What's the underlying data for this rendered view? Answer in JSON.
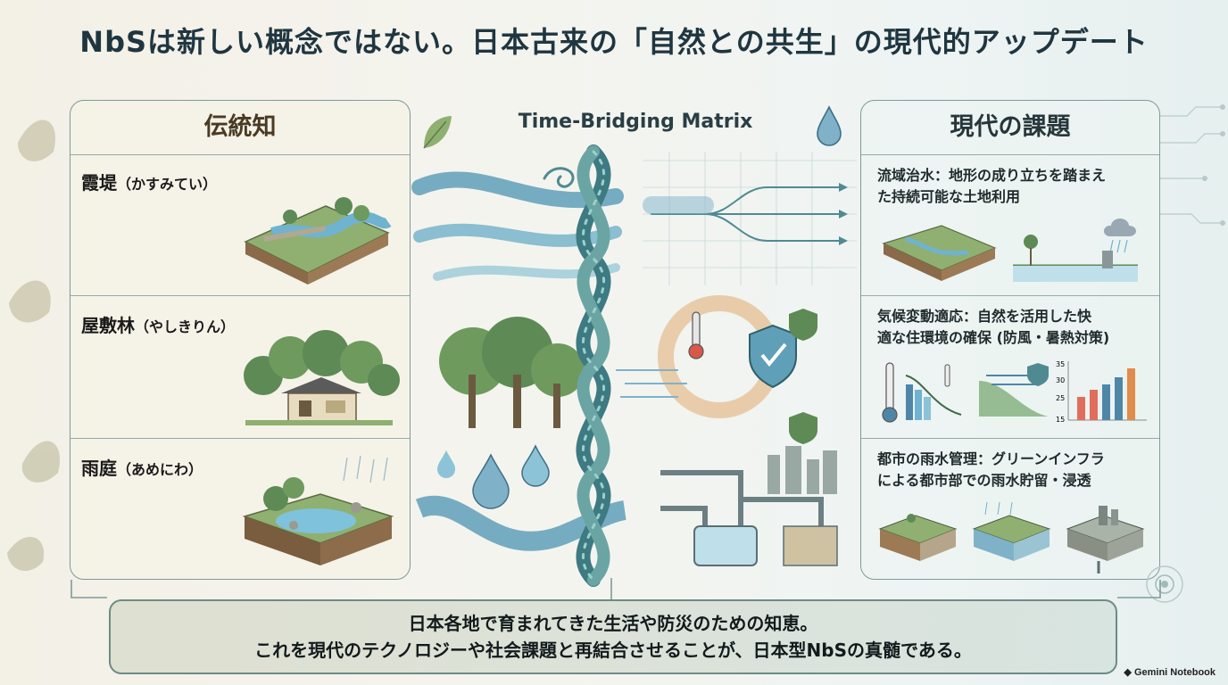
{
  "title": "NbSは新しい概念ではない。日本古来の「自然との共生」の現代的アップデート",
  "left_panel": {
    "heading": "伝統知",
    "items": [
      {
        "name": "霞堤",
        "reading": "（かすみてい）"
      },
      {
        "name": "屋敷林",
        "reading": "（やしきりん）"
      },
      {
        "name": "雨庭",
        "reading": "（あめにわ）"
      }
    ]
  },
  "center_panel": {
    "heading": "Time-Bridging Matrix"
  },
  "right_panel": {
    "heading": "現代の課題",
    "items": [
      {
        "line1": "流域治水：地形の成り立ちを踏まえ",
        "line2": "た持続可能な土地利用"
      },
      {
        "line1": "気候変動適応：自然を活用した快",
        "line2": "適な住環境の確保 (防風・暑熱対策)"
      },
      {
        "line1": "都市の雨水管理：グリーンインフラ",
        "line2": "による都市部での雨水貯留・浸透"
      }
    ],
    "chart_ticks": [
      "35",
      "30",
      "25",
      "15"
    ]
  },
  "conclusion": {
    "line1": "日本各地で育まれてきた生活や防災のための知恵。",
    "line2": "これを現代のテクノロジーや社会課題と再結合させることが、日本型NbSの真髄である。"
  },
  "badge": "Gemini Notebook",
  "colors": {
    "water": "#5f9fb8",
    "forest": "#5d8a55",
    "braid": "#4f8a92",
    "border": "#7f9a9a"
  }
}
